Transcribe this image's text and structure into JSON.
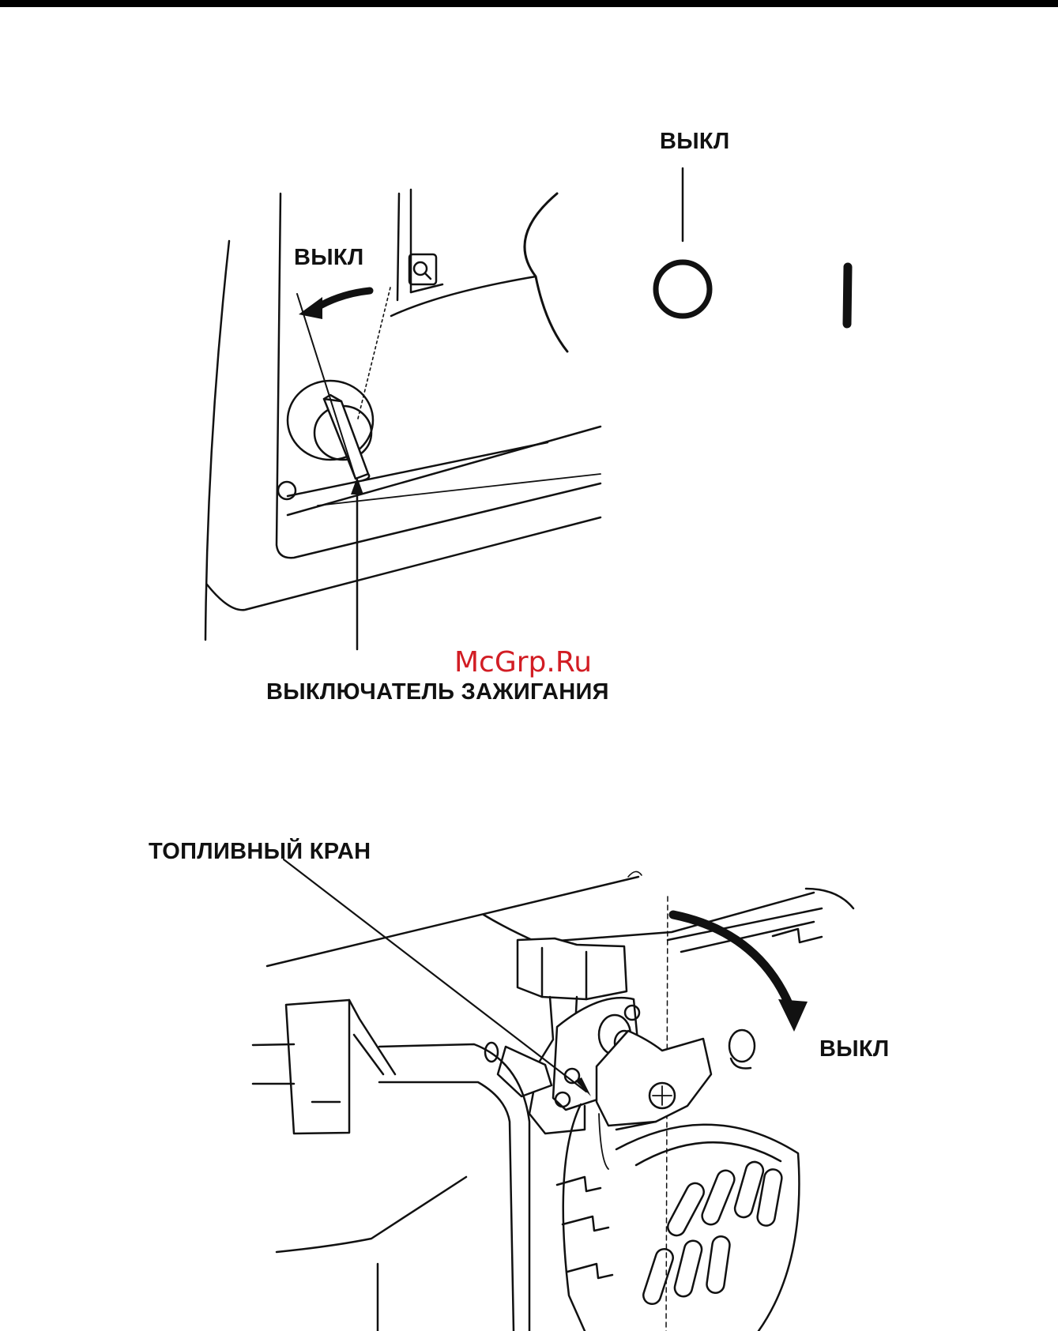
{
  "figure1": {
    "off_label_panel": "ВЫКЛ",
    "off_label_arrow": "ВЫКЛ",
    "switch_label": "ВЫКЛЮЧАТЕЛЬ ЗАЖИГАНИЯ"
  },
  "watermark": "McGrp.Ru",
  "figure2": {
    "valve_label": "ТОПЛИВНЫЙ КРАН",
    "off_label": "ВЫКЛ"
  }
}
